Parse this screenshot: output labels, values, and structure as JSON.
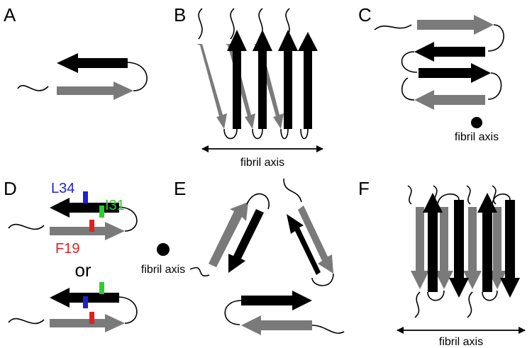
{
  "panels": [
    "A",
    "B",
    "C",
    "D",
    "E",
    "F"
  ],
  "labels": {
    "fibril_axis": "fibril axis",
    "or": "or",
    "residues": [
      {
        "name": "L34",
        "color": "#1f1fd6"
      },
      {
        "name": "I31",
        "color": "#2ecc2e"
      },
      {
        "name": "F19",
        "color": "#e02020"
      }
    ]
  },
  "colors": {
    "strand_dark": "#000000",
    "strand_gray": "#7a7a7a"
  }
}
